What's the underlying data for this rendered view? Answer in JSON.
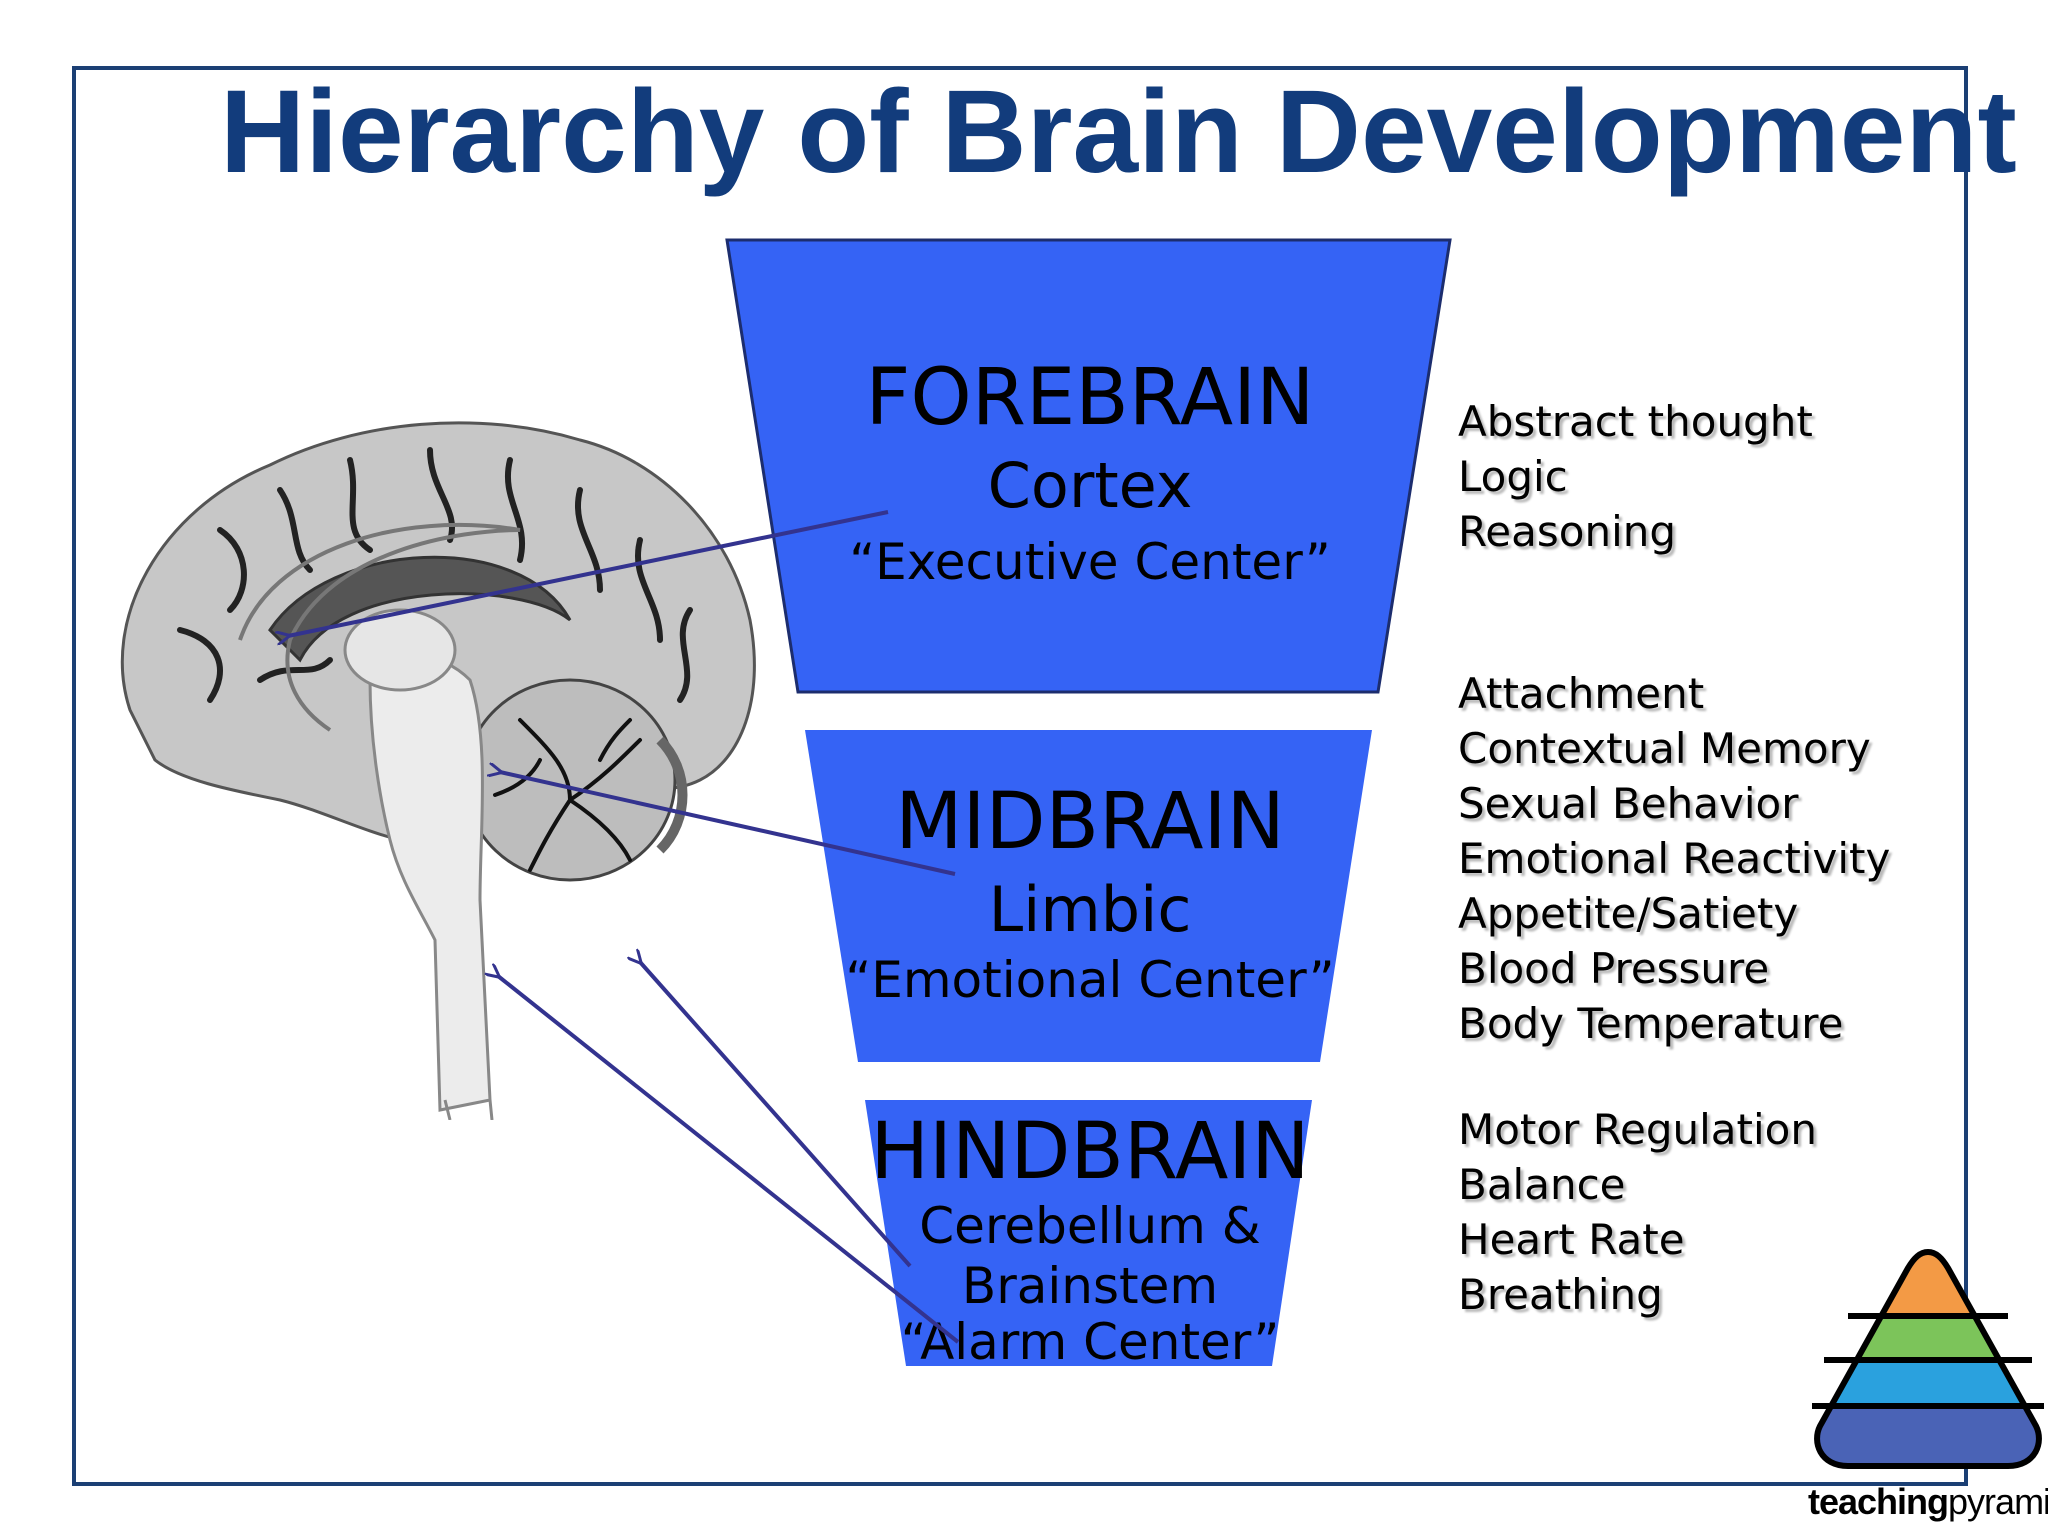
{
  "title": "Hierarchy of Brain Development",
  "tiers": [
    {
      "name": "FOREBRAIN",
      "sub": "Cortex",
      "role": "“Executive Center”",
      "functions": [
        "Abstract thought",
        "Logic",
        "Reasoning"
      ]
    },
    {
      "name": "MIDBRAIN",
      "sub": "Limbic",
      "role": "“Emotional Center”",
      "functions": [
        "Attachment",
        "Contextual Memory",
        "Sexual Behavior",
        "Emotional Reactivity",
        "Appetite/Satiety",
        "Blood Pressure",
        "Body Temperature"
      ]
    },
    {
      "name": "HINDBRAIN",
      "sub": "Cerebellum &",
      "sub2": "Brainstem",
      "role": "“Alarm Center”",
      "functions": [
        "Motor Regulation",
        "Balance",
        "Heart Rate",
        "Breathing"
      ]
    }
  ],
  "logo": {
    "strong": "teaching",
    "light": "pyramid"
  },
  "colors": {
    "title": "#123c7c",
    "frame": "#1b3f74",
    "band": "#3563f5",
    "arrow": "#33338f",
    "logo_top": "#f39a45",
    "logo_second": "#7cc45a",
    "logo_third": "#2aa1de",
    "logo_base": "#4a63b6"
  }
}
